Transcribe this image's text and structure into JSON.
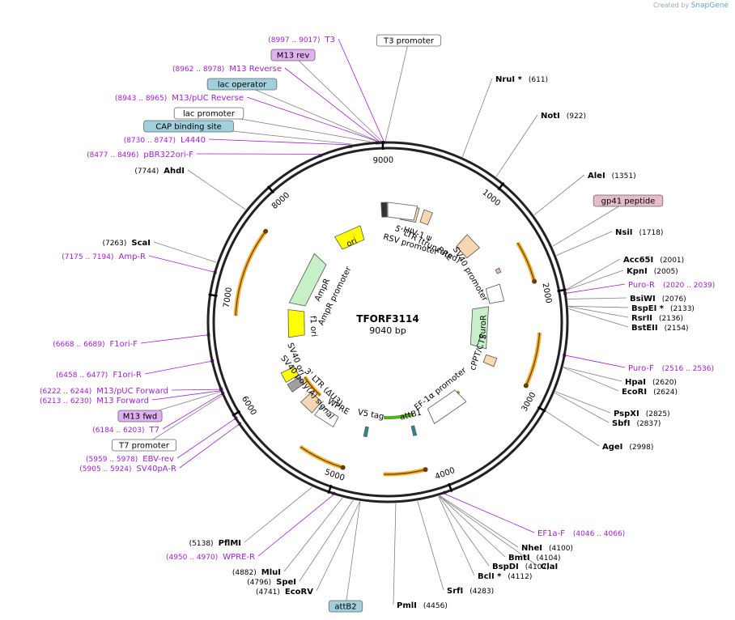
{
  "credit": {
    "prefix": "Created by",
    "brand": "SnapGene"
  },
  "plasmid": {
    "name": "TFORF3114",
    "length_label": "9040 bp",
    "length": 9040
  },
  "ruler_ticks": [
    "9000",
    "1000",
    "2000",
    "3000",
    "4000",
    "5000",
    "6000",
    "7000",
    "8000"
  ],
  "enzymes_right": [
    {
      "name": "NruI *",
      "pos": "(611)"
    },
    {
      "name": "NotI",
      "pos": "(922)"
    },
    {
      "name": "AleI",
      "pos": "(1351)"
    },
    {
      "name": "NsiI",
      "pos": "(1718)"
    },
    {
      "name": "Acc65I",
      "pos": "(2001)"
    },
    {
      "name": "KpnI",
      "pos": "(2005)"
    },
    {
      "name": "BsiWI",
      "pos": "(2076)"
    },
    {
      "name": "BspEI *",
      "pos": "(2133)"
    },
    {
      "name": "RsrII",
      "pos": "(2136)"
    },
    {
      "name": "BstEII",
      "pos": "(2154)"
    },
    {
      "name": "HpaI",
      "pos": "(2620)"
    },
    {
      "name": "EcoRI",
      "pos": "(2624)"
    },
    {
      "name": "PspXI",
      "pos": "(2825)"
    },
    {
      "name": "SbfI",
      "pos": "(2837)"
    },
    {
      "name": "AgeI",
      "pos": "(2998)"
    },
    {
      "name": "NheI",
      "pos": "(4100)"
    },
    {
      "name": "BmtI",
      "pos": "(4104)"
    },
    {
      "name": "BspDI",
      "pos": "(4107)"
    },
    {
      "name": "ClaI",
      "pos": ""
    },
    {
      "name": "BclI *",
      "pos": "(4112)"
    },
    {
      "name": "SrfI",
      "pos": "(4283)"
    },
    {
      "name": "PmlI",
      "pos": "(4456)"
    }
  ],
  "enzymes_left": [
    {
      "name": "AhdI",
      "pos": "(7744)"
    },
    {
      "name": "ScaI",
      "pos": "(7263)"
    },
    {
      "name": "PflMI",
      "pos": "(5138)"
    },
    {
      "name": "MluI",
      "pos": "(4882)"
    },
    {
      "name": "SpeI",
      "pos": "(4796)"
    },
    {
      "name": "EcoRV",
      "pos": "(4741)"
    }
  ],
  "primers": [
    {
      "name": "T3",
      "range": "(8997 .. 9017)"
    },
    {
      "name": "M13 Reverse",
      "range": "(8962 .. 8978)"
    },
    {
      "name": "M13/pUC Reverse",
      "range": "(8943 .. 8965)"
    },
    {
      "name": "L4440",
      "range": "(8730 .. 8747)"
    },
    {
      "name": "pBR322ori-F",
      "range": "(8477 .. 8496)"
    },
    {
      "name": "Amp-R",
      "range": "(7175 .. 7194)"
    },
    {
      "name": "F1ori-F",
      "range": "(6668 .. 6689)"
    },
    {
      "name": "F1ori-R",
      "range": "(6458 .. 6477)"
    },
    {
      "name": "M13/pUC Forward",
      "range": "(6222 .. 6244)"
    },
    {
      "name": "M13 Forward",
      "range": "(6213 .. 6230)"
    },
    {
      "name": "T7",
      "range": "(6184 .. 6203)"
    },
    {
      "name": "EBV-rev",
      "range": "(5959 .. 5978)"
    },
    {
      "name": "SV40pA-R",
      "range": "(5905 .. 5924)"
    },
    {
      "name": "WPRE-R",
      "range": "(4950 .. 4970)"
    },
    {
      "name": "Puro-R",
      "range": "(2020 .. 2039)"
    },
    {
      "name": "Puro-F",
      "range": "(2516 .. 2536)"
    },
    {
      "name": "EF1a-F",
      "range": "(4046 .. 4066)"
    }
  ],
  "boxed_features": [
    {
      "name": "T3 promoter",
      "color": "#ffffff"
    },
    {
      "name": "M13 rev",
      "color": "#e0b0f0"
    },
    {
      "name": "lac operator",
      "color": "#9fd0dc"
    },
    {
      "name": "lac promoter",
      "color": "#ffffff"
    },
    {
      "name": "CAP binding site",
      "color": "#9fd0dc"
    },
    {
      "name": "gp41 peptide",
      "color": "#e6bcc8"
    },
    {
      "name": "M13 fwd",
      "color": "#e0b0f0"
    },
    {
      "name": "T7 promoter",
      "color": "#ffffff"
    },
    {
      "name": "attB2",
      "color": "#9fd0dc"
    }
  ],
  "inner_labels": [
    "RSV promoter",
    "5' LTR (truncated)",
    "HIV-1 ψ",
    "RRE",
    "SV40 promoter",
    "PuroR",
    "cPPT/CTS",
    "EF-1α promoter",
    "attB1",
    "V5 tag",
    "WPRE",
    "3' LTR (ΔU3)",
    "SV40 poly(A) signal",
    "SV40 ori",
    "f1 ori",
    "AmpR",
    "AmpR promoter",
    "ori"
  ],
  "colors": {
    "primer": "#a020d0",
    "enzyme_line": "#808080",
    "orf": "#f0b030",
    "green": "#50b020",
    "yellow": "#ffff00"
  }
}
